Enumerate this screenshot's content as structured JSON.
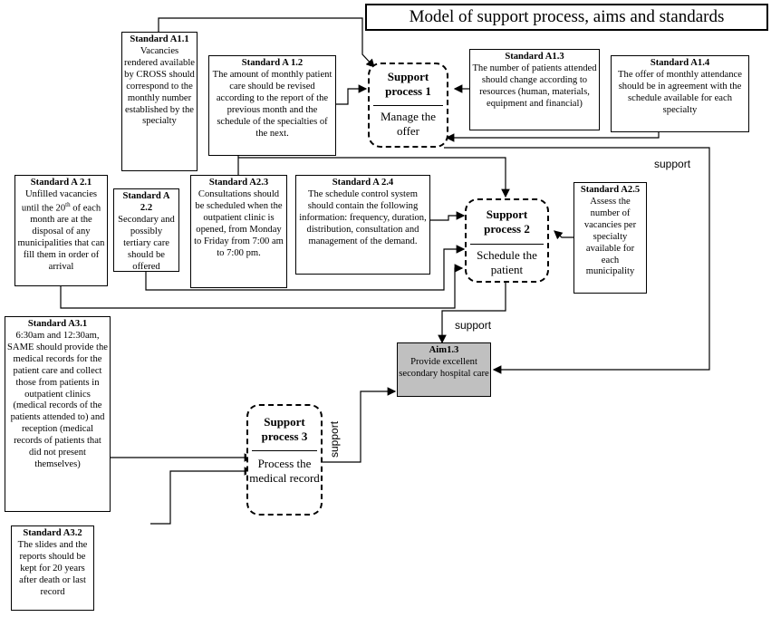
{
  "title": "Model of support process, aims and standards",
  "standards": {
    "a11": {
      "label": "Standard A1.1",
      "text": "Vacancies rendered available by CROSS should correspond to the monthly number established by the specialty"
    },
    "a12": {
      "label": "Standard A 1.2",
      "text": "The amount of monthly patient care should be revised according to the report of the previous month and the schedule of the specialties of the next."
    },
    "a13": {
      "label": "Standard A1.3",
      "text": "The number of patients attended should change according to resources (human, materials, equipment and financial)"
    },
    "a14": {
      "label": "Standard A1.4",
      "text": "The offer of monthly attendance should be in agreement with the schedule available for each specialty"
    },
    "a21": {
      "label": "Standard A 2.1",
      "text_pre": "Unfilled vacancies until the 20",
      "text_sup": "th",
      "text_post": " of each month are at the disposal of any municipalities that can fill them in order of arrival"
    },
    "a22": {
      "label": "Standard A 2.2",
      "text": "Secondary and possibly tertiary care should be offered"
    },
    "a23": {
      "label": "Standard A2.3",
      "text": "Consultations should be scheduled when the outpatient clinic is opened, from Monday to Friday from 7:00 am to 7:00 pm."
    },
    "a24": {
      "label": "Standard A 2.4",
      "text": "The schedule control system should contain the following information: frequency, duration, distribution, consultation and management of the demand."
    },
    "a25": {
      "label": "Standard A2.5",
      "text": "Assess the number of vacancies per specialty available for each municipality"
    },
    "a31": {
      "label": "Standard A3.1",
      "text": "6:30am and 12:30am, SAME should provide the medical records for the patient care and collect those from patients in outpatient clinics (medical records of the patients attended to) and reception (medical records of patients that did not present themselves)"
    },
    "a32": {
      "label": "Standard A3.2",
      "text": "The slides and the reports should be kept for 20 years after death or last record"
    }
  },
  "processes": {
    "sp1": {
      "label": "Support process 1",
      "desc": "Manage the offer"
    },
    "sp2": {
      "label": "Support process 2",
      "desc": "Schedule the patient"
    },
    "sp3": {
      "label": "Support process 3",
      "desc": "Process the medical record"
    }
  },
  "aim": {
    "label": "Aim1.3",
    "text": "Provide excellent secondary hospital care"
  },
  "support_labels": {
    "s1": "support",
    "s2": "support",
    "s3": "support"
  }
}
